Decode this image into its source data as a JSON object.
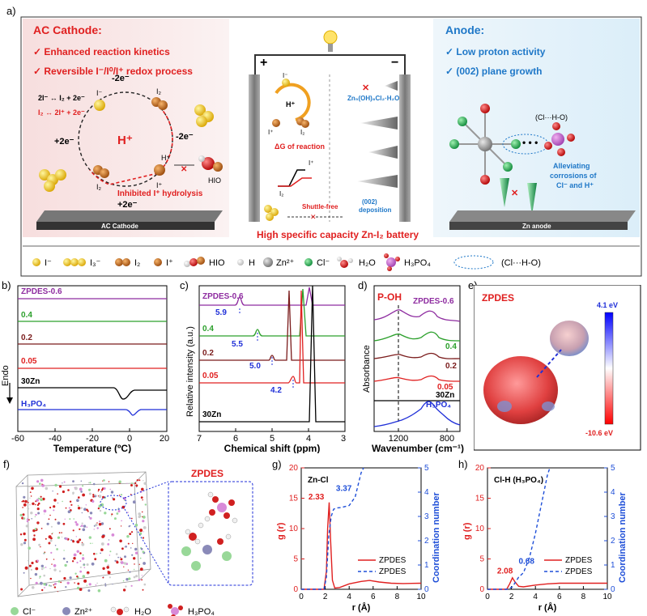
{
  "panels": {
    "a": "a)",
    "b": "b)",
    "c": "c)",
    "d": "d)",
    "e": "e)",
    "f": "f)",
    "g": "g)",
    "h": "h)"
  },
  "schematic": {
    "cathode_title": "AC Cathode:",
    "cathode_points": [
      "✓ Enhanced reaction kinetics",
      "✓ Reversible I⁻/I⁰/I⁺ redox process"
    ],
    "anode_title": "Anode:",
    "anode_points": [
      "✓ Low proton activity",
      "✓ (002) plane growth"
    ],
    "eq1": "2I⁻ ↔ I₂ + 2e⁻",
    "eq2": "I₂ ↔ 2I⁺ + 2e⁻",
    "cycle_center": "H⁺",
    "minus_2e_top": "-2e⁻",
    "minus_2e_right": "-2e⁻",
    "plus_2e_left": "+2e⁻",
    "plus_2e_bottom": "+2e⁻",
    "cycle_I_minus": "I⁻",
    "cycle_I2_top": "I₂",
    "cycle_I2_bottom": "I₂",
    "cycle_I_plus": "I⁺",
    "hplus_small": "H⁺",
    "hio": "HIO",
    "inhibited": "Inhibited I⁺ hydrolysis",
    "ac_cathode": "AC Cathode",
    "plus_sign": "+",
    "minus_sign": "−",
    "center_Iminus": "I⁻",
    "center_Hplus": "H⁺",
    "center_Iplus": "I⁺",
    "center_I2": "I₂",
    "zn_salt": "Zn₅(OH)₈Cl₂·H₂O",
    "delta_g": "ΔG of reaction",
    "g_Iplus": "I⁺",
    "g_I2": "I₂",
    "shuttle_free": "Shuttle-free",
    "deposition": "(002)\ndeposition",
    "battery": "High specific capacity Zn-I₂ battery",
    "clho": "(Cl···H-O)",
    "alleviating": "Alleviating\ncorrosions of\nCl⁻ and H⁺",
    "zn_anode": "Zn anode",
    "legend": [
      "I⁻",
      "I₃⁻",
      "I₂",
      "I⁺",
      "HIO",
      "H",
      "Zn²⁺",
      "Cl⁻",
      "H₂O",
      "H₃PO₄",
      "(Cl···H-O)"
    ],
    "colors": {
      "gold": "#f1c40f",
      "brown": "#c0661a",
      "red": "#e02020",
      "blue": "#1f78c8",
      "teal": "#2e8b57"
    }
  },
  "dsc": {
    "ylabel": "Endo",
    "xlabel": "Temperature (ºC)",
    "labels": [
      "ZPDES-0.6",
      "0.4",
      "0.2",
      "0.05",
      "30Zn",
      "H₃PO₄"
    ],
    "ticks": [
      "-60",
      "-40",
      "-20",
      "0",
      "20"
    ]
  },
  "nmr": {
    "ylabel": "Relative intensity (a.u.)",
    "xlabel": "Chemical shift (ppm)",
    "labels": [
      "ZPDES-0.6",
      "0.4",
      "0.2",
      "0.05",
      "30Zn"
    ],
    "peaks": [
      "5.9",
      "5.5",
      "5.0",
      "4.2"
    ],
    "ticks": [
      "7",
      "6",
      "5",
      "4",
      "3"
    ]
  },
  "ir": {
    "ylabel": "Absorbance",
    "xlabel": "Wavenumber (cm⁻¹)",
    "poh": "P-OH",
    "labels": [
      "ZPDES-0.6",
      "0.4",
      "0.2",
      "0.05",
      "30Zn",
      "H₃PO₄"
    ],
    "ticks": [
      "1200",
      "800"
    ]
  },
  "esp": {
    "title": "ZPDES",
    "max": "4.1 eV",
    "min": "-10.6 eV"
  },
  "md": {
    "title": "ZPDES",
    "legend": [
      "Cl⁻",
      "Zn²⁺",
      "H₂O",
      "H₃PO₄"
    ]
  },
  "chart_data": [
    {
      "type": "line",
      "title": "Zn-Cl",
      "xlabel": "r (Å)",
      "ylabel": "g (r)",
      "y2label": "Coordination number",
      "xlim": [
        0,
        10
      ],
      "ylim": [
        0,
        20
      ],
      "y2lim": [
        0,
        5
      ],
      "xticks": [
        "0",
        "2",
        "4",
        "6",
        "8",
        "10"
      ],
      "yticks": [
        "0",
        "5",
        "10",
        "15",
        "20"
      ],
      "y2ticks": [
        "0",
        "1",
        "2",
        "3",
        "4",
        "5"
      ],
      "annotations": [
        "2.33",
        "3.37"
      ],
      "series": [
        {
          "name": "ZPDES",
          "style": "solid",
          "axis": "left",
          "color": "#e02020",
          "x": [
            0,
            1.9,
            2.1,
            2.2,
            2.33,
            2.45,
            2.6,
            2.8,
            3.2,
            4,
            5,
            5.7,
            6.5,
            7.5,
            8.5,
            10
          ],
          "y": [
            0,
            0,
            3,
            10,
            14.3,
            8,
            1.5,
            0.2,
            0.3,
            0.9,
            1.3,
            1.45,
            1.2,
            1.0,
            0.95,
            1.0
          ]
        },
        {
          "name": "ZPDES",
          "style": "dashed",
          "axis": "right",
          "color": "#1f4fd8",
          "x": [
            0,
            1.9,
            2.1,
            2.3,
            2.5,
            2.7,
            3.0,
            3.37,
            4.0,
            4.5,
            4.8,
            5.0,
            5.2
          ],
          "y": [
            0,
            0,
            0.5,
            2.2,
            3.0,
            3.3,
            3.35,
            3.37,
            3.45,
            3.8,
            4.4,
            4.8,
            5.0
          ]
        }
      ]
    },
    {
      "type": "line",
      "title": "Cl-H (H₃PO₄)",
      "xlabel": "r (Å)",
      "ylabel": "g (r)",
      "y2label": "Coordination number",
      "xlim": [
        0,
        10
      ],
      "ylim": [
        0,
        20
      ],
      "y2lim": [
        0,
        5
      ],
      "xticks": [
        "0",
        "2",
        "4",
        "6",
        "8",
        "10"
      ],
      "yticks": [
        "0",
        "5",
        "10",
        "15",
        "20"
      ],
      "y2ticks": [
        "0",
        "1",
        "2",
        "3",
        "4",
        "5"
      ],
      "annotations": [
        "2.08",
        "0.68"
      ],
      "series": [
        {
          "name": "ZPDES",
          "style": "solid",
          "axis": "left",
          "color": "#e02020",
          "x": [
            0,
            1.6,
            1.85,
            2.08,
            2.3,
            2.6,
            3.0,
            4,
            5,
            6,
            8,
            10
          ],
          "y": [
            0,
            0,
            0.9,
            1.9,
            1.2,
            0.5,
            0.4,
            0.7,
            0.9,
            1.0,
            1.0,
            1.0
          ]
        },
        {
          "name": "ZPDES",
          "style": "dashed",
          "axis": "right",
          "color": "#1f4fd8",
          "x": [
            0,
            1.7,
            2.08,
            2.6,
            3.0,
            3.5,
            4.0,
            4.5,
            5.0,
            5.2
          ],
          "y": [
            0,
            0,
            0.1,
            0.5,
            0.68,
            1.3,
            2.3,
            3.5,
            4.7,
            5.0
          ]
        }
      ]
    }
  ]
}
